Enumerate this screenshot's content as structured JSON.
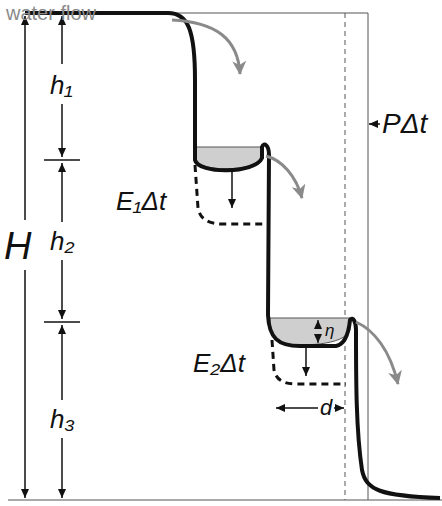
{
  "diagram": {
    "labels": [
      "water flow",
      "h₁",
      "H",
      "h₂",
      "h₃",
      "E₁Δt",
      "E₂Δt",
      "η",
      "d",
      "PΔt"
    ]
  }
}
